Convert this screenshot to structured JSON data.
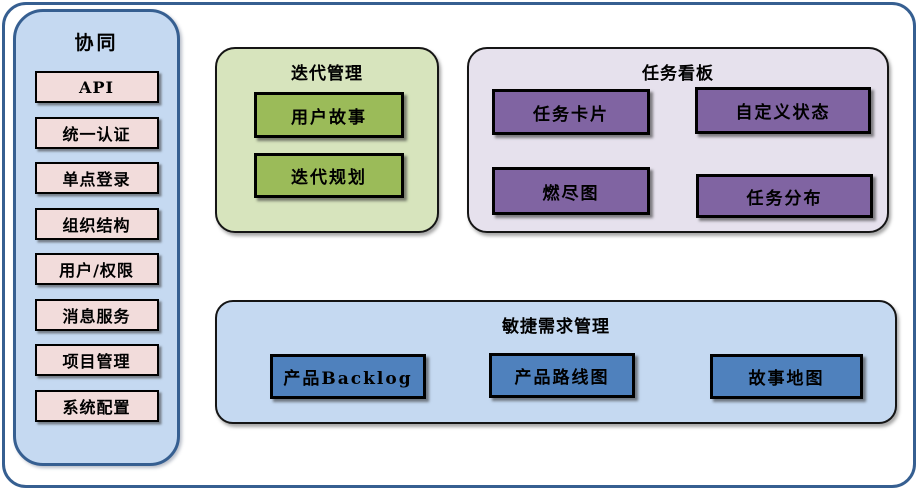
{
  "sidebar": {
    "title": "协同",
    "items": [
      "API",
      "统一认证",
      "单点登录",
      "组织结构",
      "用户/权限",
      "消息服务",
      "项目管理",
      "系统配置"
    ]
  },
  "iteration_panel": {
    "title": "迭代管理",
    "items": [
      "用户故事",
      "迭代规划"
    ]
  },
  "task_board_panel": {
    "title": "任务看板",
    "items": [
      "任务卡片",
      "自定义状态",
      "燃尽图",
      "任务分布"
    ]
  },
  "requirements_panel": {
    "title": "敏捷需求管理",
    "items": [
      "产品Backlog",
      "产品路线图",
      "故事地图"
    ]
  },
  "colors": {
    "frame_border": "#365f91",
    "sidebar_fill": "#c5d9f1",
    "sidebar_item_fill": "#f2dcdb",
    "iteration_panel_fill": "#d7e4bd",
    "iteration_item_fill": "#9bbb59",
    "task_board_panel_fill": "#e6e1ed",
    "task_board_item_fill": "#8064a2",
    "requirements_panel_fill": "#c5d9f1",
    "requirements_item_fill": "#4f81bd",
    "block_border": "#000000",
    "text": "#000000"
  }
}
